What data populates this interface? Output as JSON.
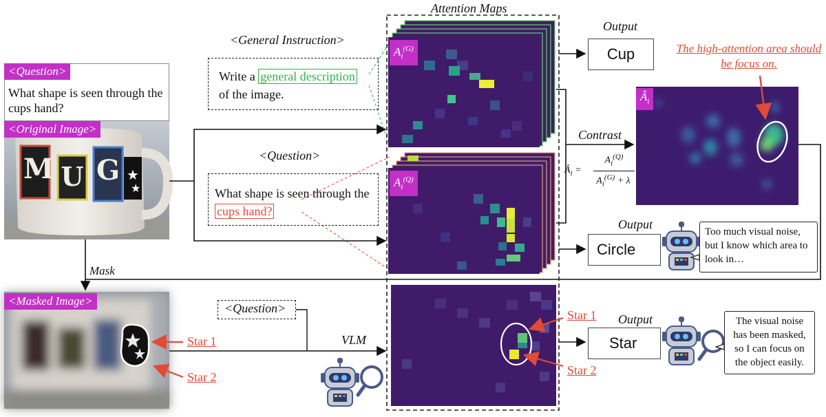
{
  "left": {
    "question_tag": "<Question>",
    "question_text": "What shape is seen through the cups hand?",
    "original_image_tag": "<Original Image>",
    "mug_letters": [
      "M",
      "U",
      "G"
    ],
    "mask_label": "Mask",
    "masked_image_tag": "<Masked Image>",
    "star1_label": "Star 1",
    "star2_label": "Star 2"
  },
  "middle": {
    "general_instruction_title": "<General Instruction>",
    "instruction_prefix": "Write a ",
    "instruction_highlight": "general description",
    "instruction_suffix": "of the image.",
    "question_title": "<Question>",
    "question_prefix": "What shape is seen through the ",
    "question_highlight": "cups hand?",
    "small_question_title": "<Question>",
    "vlm_label": "VLM"
  },
  "maps": {
    "title": "Attention Maps",
    "general_map_label": "A",
    "general_map_sub": "i",
    "general_map_sup": "(G)",
    "question_map_label": "A",
    "question_map_sub": "i",
    "question_map_sup": "(Q)",
    "star1_label": "Star 1",
    "star2_label": "Star 2"
  },
  "right": {
    "output_title_top": "Output",
    "output_cup": "Cup",
    "annotation": "The high-attention area should be focus on.",
    "contrast_label": "Contrast",
    "contrast_map_label": "Â",
    "contrast_map_sub": "i",
    "formula_lhs": "Â",
    "formula_lhs_sub": "i",
    "formula_equals": "=",
    "formula_num": "A",
    "formula_num_sub": "i",
    "formula_num_sup": "(Q)",
    "formula_den": "A",
    "formula_den_sub": "i",
    "formula_den_sup": "(G)",
    "formula_plus": "+ λ",
    "output_title_mid": "Output",
    "output_circle": "Circle",
    "bubble_mid": "Too much visual noise, but I know which area to look in…",
    "output_title_bottom": "Output",
    "output_star": "Star",
    "bubble_bottom": "The visual noise has been masked, so I can focus on the object easily."
  },
  "colors": {
    "magenta_tag": "#c230c7",
    "red_accent": "#e04a36",
    "green_accent": "#2fb34a",
    "heatmap_base": "#3e1f66",
    "wrong_icon": "#e04a36",
    "correct_icon": "#2fb34a"
  },
  "icons": [
    "robot-icon",
    "magnifier-icon",
    "x-circle-icon",
    "check-circle-icon",
    "star-icon"
  ]
}
